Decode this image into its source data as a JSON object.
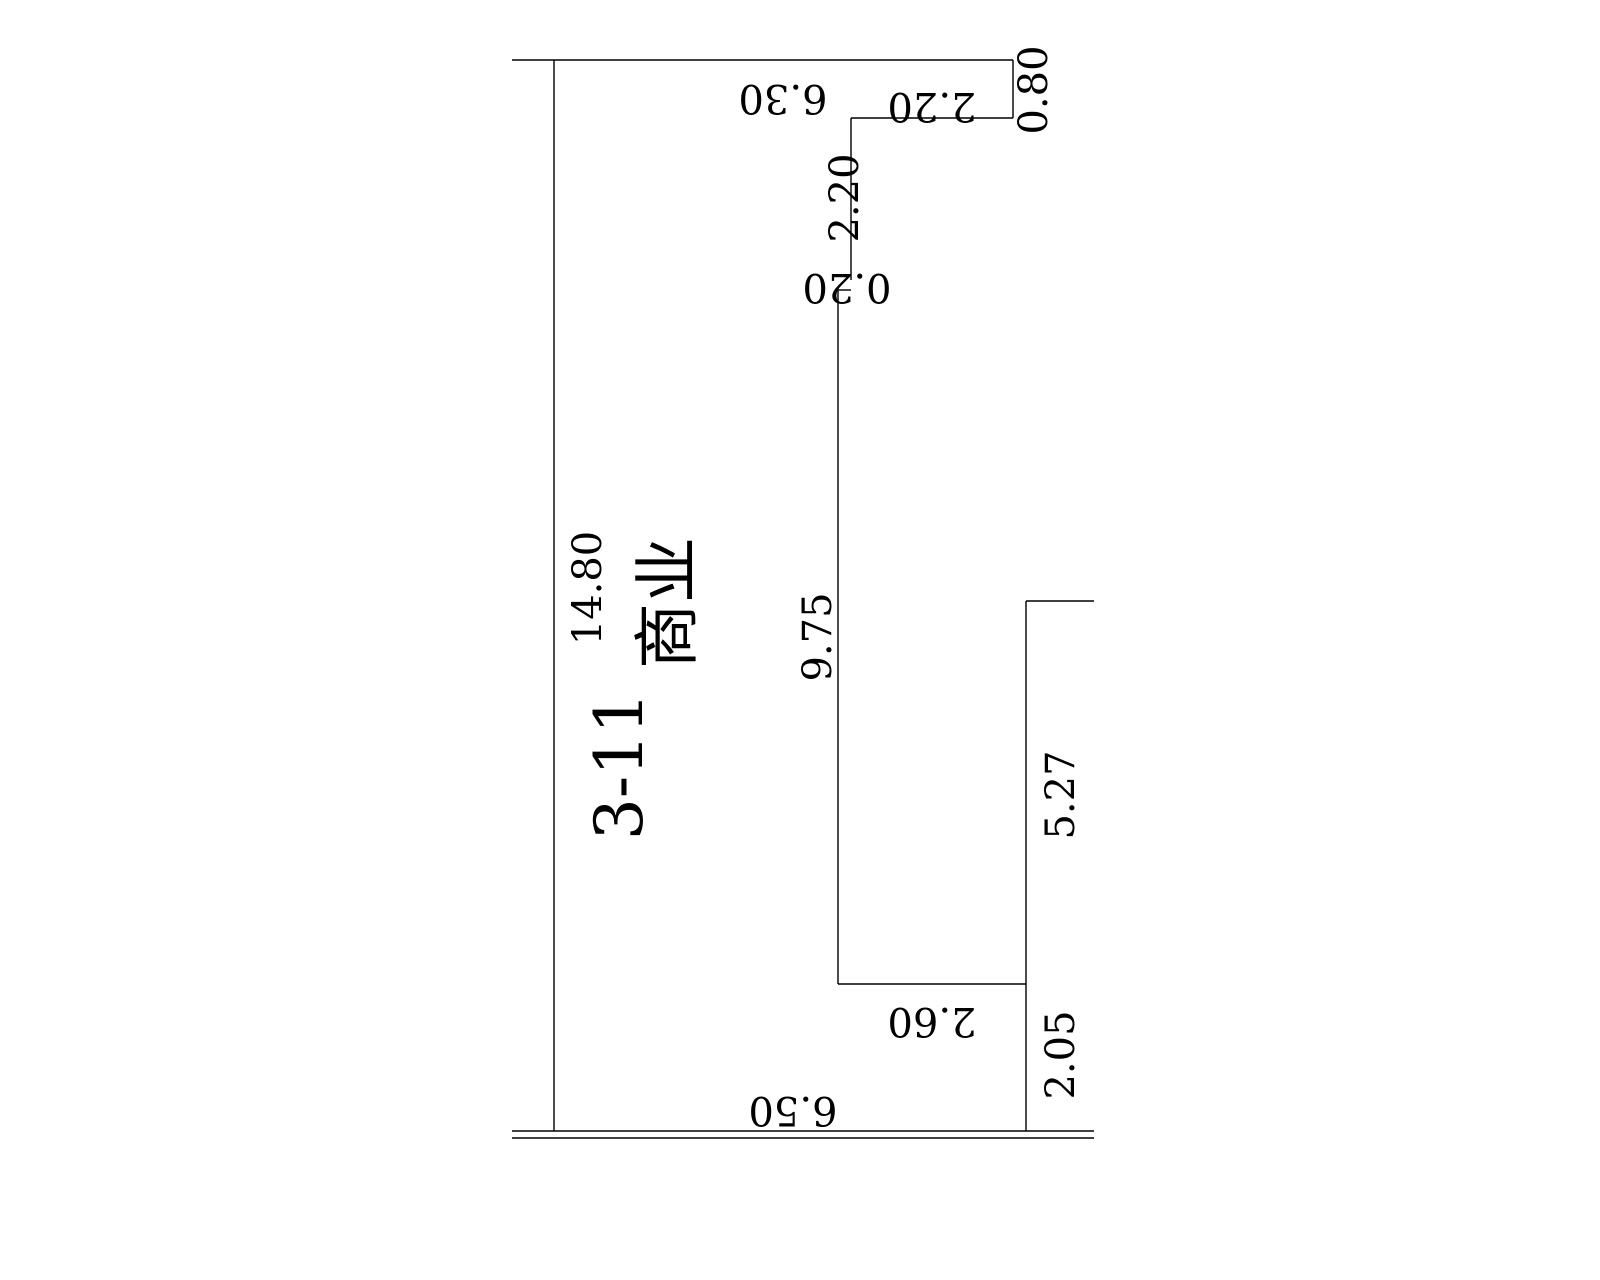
{
  "plan": {
    "unit_id": "3-11",
    "usage": "商业",
    "dimensions": {
      "top_width": "6.30",
      "step_top_width": "2.20",
      "step_top_height": "0.80",
      "notch_height": "2.20",
      "notch_width": "0.20",
      "left_height": "14.80",
      "middle_height": "9.75",
      "lower_step_width": "2.60",
      "right_upper_height": "5.27",
      "right_lower_height": "2.05",
      "bottom_width": "6.50"
    }
  }
}
